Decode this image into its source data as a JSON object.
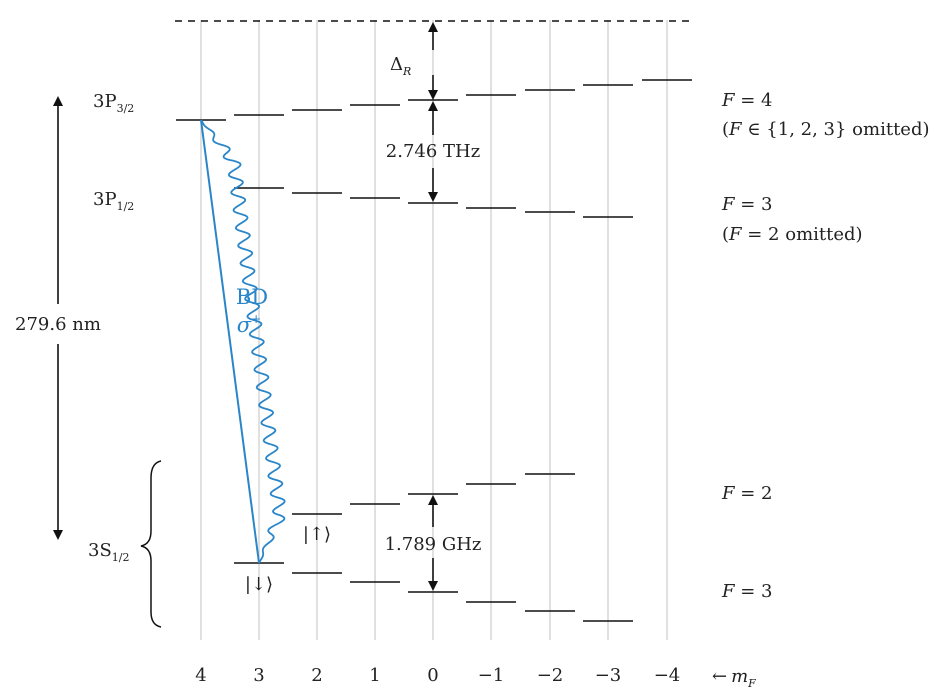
{
  "mf_axis": {
    "ticks": [
      "4",
      "3",
      "2",
      "1",
      "0",
      "−1",
      "−2",
      "−3",
      "−4"
    ],
    "label_arrow": "←",
    "label_main": "m",
    "label_sub": "F"
  },
  "states": {
    "p32": {
      "main": "3P",
      "sub": "3/2"
    },
    "p12": {
      "main": "3P",
      "sub": "1/2"
    },
    "s12": {
      "main": "3S",
      "sub": "1/2"
    }
  },
  "wavelength": "279.6 nm",
  "transition": {
    "label": "BD",
    "pol_main": "σ",
    "pol_sup": "+",
    "color": "#2a86c8"
  },
  "splittings": {
    "delta_main": "Δ",
    "delta_sub": "R",
    "fine": "2.746 THz",
    "hyperfine": "1.789 GHz"
  },
  "qubit": {
    "up": "|↑⟩",
    "down": "|↓⟩"
  },
  "f_labels": {
    "p32_f": "F",
    "p32_val": " = 4",
    "p32_note_pre": "(",
    "p32_note_f": "F",
    "p32_note_post": " ∈ {1, 2, 3} omitted)",
    "p12_f": "F",
    "p12_val": " = 3",
    "p12_note_pre": "(",
    "p12_note_f": "F",
    "p12_note_post": " = 2 omitted)",
    "s2_f": "F",
    "s2_val": " = 2",
    "s3_f": "F",
    "s3_val": " = 3"
  },
  "colors": {
    "lines": "#111111",
    "grid": "#cccccc",
    "accent": "#2a86c8"
  }
}
